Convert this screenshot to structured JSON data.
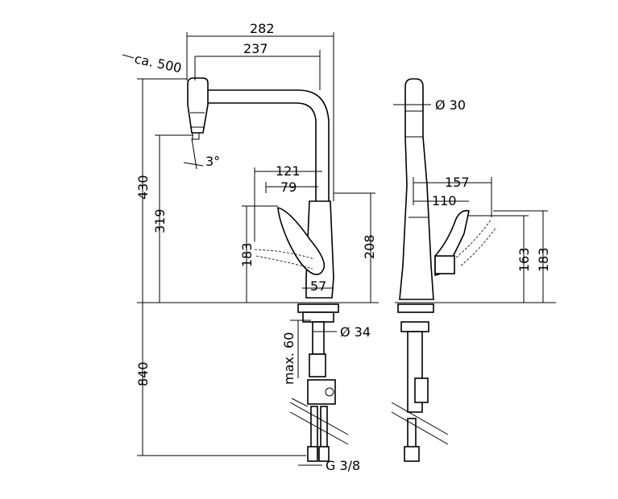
{
  "diagram": {
    "labels": {
      "width_282": "282",
      "reach_237": "237",
      "pullout_ca500": "ca. 500",
      "height_430": "430",
      "height_319": "319",
      "angle_3deg": "3°",
      "lever_121": "121",
      "lever_79": "79",
      "height_183_left": "183",
      "height_208": "208",
      "base_57": "57",
      "diameter_34": "Ø 34",
      "max_60": "max. 60",
      "depth_840": "840",
      "thread_g38": "G 3/8",
      "diameter_30": "Ø 30",
      "lever_157": "157",
      "lever_110": "110",
      "height_163": "163",
      "height_183_right": "183"
    }
  }
}
